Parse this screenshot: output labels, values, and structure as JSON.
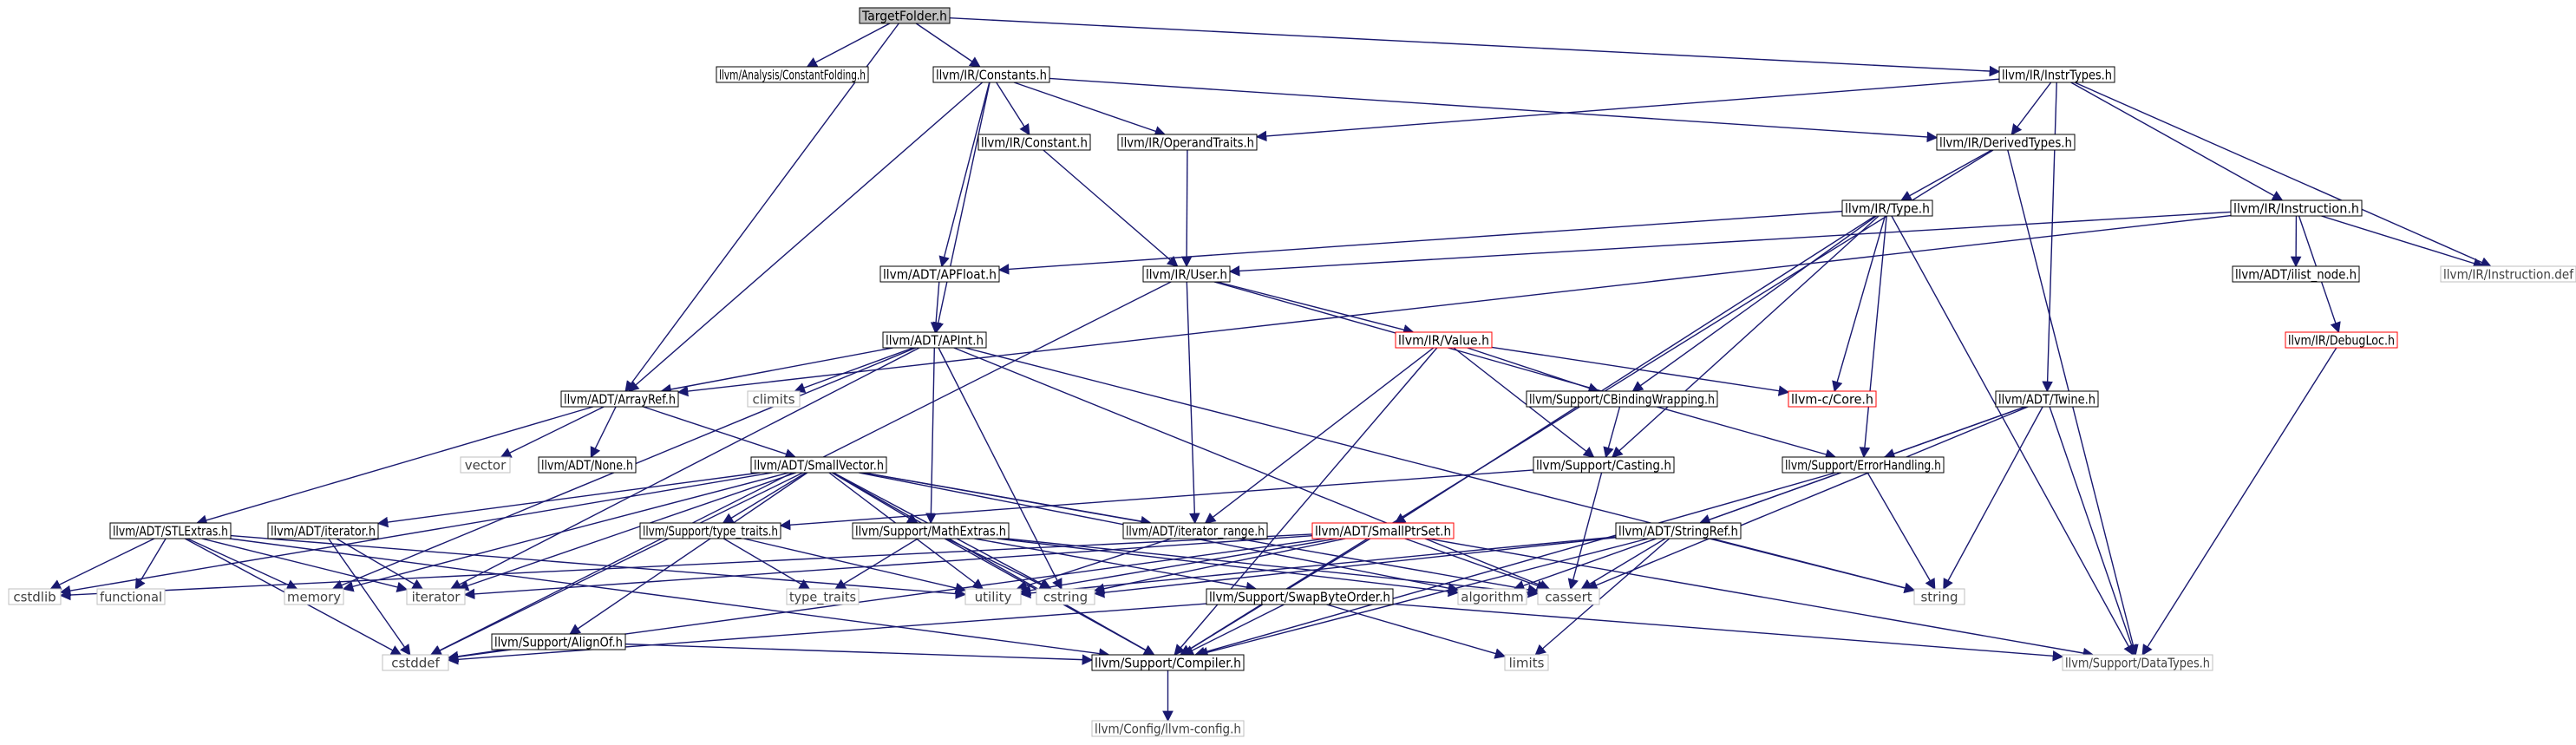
{
  "diagram": {
    "nodes": [
      {
        "id": "targetfolder",
        "label": "TargetFolder.h",
        "style": "root"
      },
      {
        "id": "constantfolding",
        "label": "llvm/Analysis/ConstantFolding.h",
        "style": "normal"
      },
      {
        "id": "constants",
        "label": "llvm/IR/Constants.h",
        "style": "normal"
      },
      {
        "id": "instrtypes",
        "label": "llvm/IR/InstrTypes.h",
        "style": "normal"
      },
      {
        "id": "constant",
        "label": "llvm/IR/Constant.h",
        "style": "normal"
      },
      {
        "id": "operandtraits",
        "label": "llvm/IR/OperandTraits.h",
        "style": "normal"
      },
      {
        "id": "derivedtypes",
        "label": "llvm/IR/DerivedTypes.h",
        "style": "normal"
      },
      {
        "id": "type",
        "label": "llvm/IR/Type.h",
        "style": "normal"
      },
      {
        "id": "instruction",
        "label": "llvm/IR/Instruction.h",
        "style": "normal"
      },
      {
        "id": "apfloat",
        "label": "llvm/ADT/APFloat.h",
        "style": "normal"
      },
      {
        "id": "user",
        "label": "llvm/IR/User.h",
        "style": "normal"
      },
      {
        "id": "ilistnode",
        "label": "llvm/ADT/ilist_node.h",
        "style": "normal"
      },
      {
        "id": "instructiondef",
        "label": "llvm/IR/Instruction.def",
        "style": "external"
      },
      {
        "id": "apint",
        "label": "llvm/ADT/APInt.h",
        "style": "normal"
      },
      {
        "id": "value",
        "label": "llvm/IR/Value.h",
        "style": "truncated"
      },
      {
        "id": "debugloc",
        "label": "llvm/IR/DebugLoc.h",
        "style": "truncated"
      },
      {
        "id": "arrayref",
        "label": "llvm/ADT/ArrayRef.h",
        "style": "normal"
      },
      {
        "id": "climits",
        "label": "climits",
        "style": "external"
      },
      {
        "id": "cbindingwrapping",
        "label": "llvm/Support/CBindingWrapping.h",
        "style": "normal"
      },
      {
        "id": "core",
        "label": "llvm-c/Core.h",
        "style": "truncated"
      },
      {
        "id": "twine",
        "label": "llvm/ADT/Twine.h",
        "style": "normal"
      },
      {
        "id": "vector",
        "label": "vector",
        "style": "external"
      },
      {
        "id": "none",
        "label": "llvm/ADT/None.h",
        "style": "normal"
      },
      {
        "id": "smallvector",
        "label": "llvm/ADT/SmallVector.h",
        "style": "normal"
      },
      {
        "id": "casting",
        "label": "llvm/Support/Casting.h",
        "style": "normal"
      },
      {
        "id": "errorhandling",
        "label": "llvm/Support/ErrorHandling.h",
        "style": "normal"
      },
      {
        "id": "stlextras",
        "label": "llvm/ADT/STLExtras.h",
        "style": "normal"
      },
      {
        "id": "iteratorh",
        "label": "llvm/ADT/iterator.h",
        "style": "normal"
      },
      {
        "id": "typetraitsh",
        "label": "llvm/Support/type_traits.h",
        "style": "normal"
      },
      {
        "id": "mathextras",
        "label": "llvm/Support/MathExtras.h",
        "style": "normal"
      },
      {
        "id": "iteratorrange",
        "label": "llvm/ADT/iterator_range.h",
        "style": "normal"
      },
      {
        "id": "smallptrset",
        "label": "llvm/ADT/SmallPtrSet.h",
        "style": "truncated"
      },
      {
        "id": "stringref",
        "label": "llvm/ADT/StringRef.h",
        "style": "normal"
      },
      {
        "id": "cstdlib",
        "label": "cstdlib",
        "style": "external"
      },
      {
        "id": "functional",
        "label": "functional",
        "style": "external"
      },
      {
        "id": "memory",
        "label": "memory",
        "style": "external"
      },
      {
        "id": "iterator",
        "label": "iterator",
        "style": "external"
      },
      {
        "id": "typetraits",
        "label": "type_traits",
        "style": "external"
      },
      {
        "id": "utility",
        "label": "utility",
        "style": "external"
      },
      {
        "id": "cstring",
        "label": "cstring",
        "style": "external"
      },
      {
        "id": "algorithm",
        "label": "algorithm",
        "style": "external"
      },
      {
        "id": "cassert",
        "label": "cassert",
        "style": "external"
      },
      {
        "id": "string",
        "label": "string",
        "style": "external"
      },
      {
        "id": "alignof",
        "label": "llvm/Support/AlignOf.h",
        "style": "normal"
      },
      {
        "id": "swapbyteorder",
        "label": "llvm/Support/SwapByteOrder.h",
        "style": "normal"
      },
      {
        "id": "cstddef",
        "label": "cstddef",
        "style": "external"
      },
      {
        "id": "compiler",
        "label": "llvm/Support/Compiler.h",
        "style": "normal"
      },
      {
        "id": "limits",
        "label": "limits",
        "style": "external"
      },
      {
        "id": "datatypes",
        "label": "llvm/Support/DataTypes.h",
        "style": "external"
      },
      {
        "id": "llvmconfig",
        "label": "llvm/Config/llvm-config.h",
        "style": "external"
      }
    ],
    "edges": [
      [
        "targetfolder",
        "constantfolding"
      ],
      [
        "targetfolder",
        "constants"
      ],
      [
        "targetfolder",
        "instrtypes"
      ],
      [
        "targetfolder",
        "arrayref"
      ],
      [
        "constants",
        "constant"
      ],
      [
        "constants",
        "operandtraits"
      ],
      [
        "constants",
        "derivedtypes"
      ],
      [
        "constants",
        "apfloat"
      ],
      [
        "constants",
        "apint"
      ],
      [
        "constants",
        "arrayref"
      ],
      [
        "instrtypes",
        "operandtraits"
      ],
      [
        "instrtypes",
        "derivedtypes"
      ],
      [
        "instrtypes",
        "instruction"
      ],
      [
        "instrtypes",
        "twine"
      ],
      [
        "instrtypes",
        "instructiondef"
      ],
      [
        "constant",
        "user"
      ],
      [
        "operandtraits",
        "user"
      ],
      [
        "derivedtypes",
        "type"
      ],
      [
        "derivedtypes",
        "compiler"
      ],
      [
        "derivedtypes",
        "datatypes"
      ],
      [
        "type",
        "apfloat"
      ],
      [
        "type",
        "smallptrset"
      ],
      [
        "type",
        "cbindingwrapping"
      ],
      [
        "type",
        "core"
      ],
      [
        "type",
        "casting"
      ],
      [
        "type",
        "errorhandling"
      ],
      [
        "type",
        "datatypes"
      ],
      [
        "instruction",
        "user"
      ],
      [
        "instruction",
        "ilistnode"
      ],
      [
        "instruction",
        "debugloc"
      ],
      [
        "instruction",
        "instructiondef"
      ],
      [
        "instruction",
        "arrayref"
      ],
      [
        "apfloat",
        "apint"
      ],
      [
        "user",
        "value"
      ],
      [
        "user",
        "iteratorrange"
      ],
      [
        "user",
        "errorhandling"
      ],
      [
        "user",
        "cstddef"
      ],
      [
        "apint",
        "arrayref"
      ],
      [
        "apint",
        "climits"
      ],
      [
        "apint",
        "mathextras"
      ],
      [
        "apint",
        "cassert"
      ],
      [
        "apint",
        "cstring"
      ],
      [
        "apint",
        "string"
      ],
      [
        "apint",
        "memory"
      ],
      [
        "apint",
        "iterator"
      ],
      [
        "value",
        "cbindingwrapping"
      ],
      [
        "value",
        "core"
      ],
      [
        "value",
        "casting"
      ],
      [
        "value",
        "iteratorrange"
      ],
      [
        "value",
        "compiler"
      ],
      [
        "debugloc",
        "datatypes"
      ],
      [
        "arrayref",
        "vector"
      ],
      [
        "arrayref",
        "none"
      ],
      [
        "arrayref",
        "smallvector"
      ],
      [
        "arrayref",
        "stlextras"
      ],
      [
        "cbindingwrapping",
        "casting"
      ],
      [
        "twine",
        "stringref"
      ],
      [
        "twine",
        "errorhandling"
      ],
      [
        "twine",
        "string"
      ],
      [
        "twine",
        "cassert"
      ],
      [
        "twine",
        "datatypes"
      ],
      [
        "smallvector",
        "iteratorh"
      ],
      [
        "smallvector",
        "typetraitsh"
      ],
      [
        "smallvector",
        "mathextras"
      ],
      [
        "smallvector",
        "iteratorrange"
      ],
      [
        "smallvector",
        "alignof"
      ],
      [
        "smallvector",
        "compiler"
      ],
      [
        "smallvector",
        "cstdlib"
      ],
      [
        "smallvector",
        "cstddef"
      ],
      [
        "smallvector",
        "cassert"
      ],
      [
        "smallvector",
        "cstring"
      ],
      [
        "smallvector",
        "iterator"
      ],
      [
        "smallvector",
        "memory"
      ],
      [
        "smallvector",
        "utility"
      ],
      [
        "smallvector",
        "algorithm"
      ],
      [
        "casting",
        "typetraitsh"
      ],
      [
        "casting",
        "cassert"
      ],
      [
        "errorhandling",
        "stringref"
      ],
      [
        "errorhandling",
        "compiler"
      ],
      [
        "errorhandling",
        "string"
      ],
      [
        "stlextras",
        "cstdlib"
      ],
      [
        "stlextras",
        "functional"
      ],
      [
        "stlextras",
        "memory"
      ],
      [
        "stlextras",
        "iterator"
      ],
      [
        "stlextras",
        "utility"
      ],
      [
        "stlextras",
        "cstddef"
      ],
      [
        "stlextras",
        "compiler"
      ],
      [
        "iteratorh",
        "iterator"
      ],
      [
        "iteratorh",
        "cstddef"
      ],
      [
        "typetraitsh",
        "typetraits"
      ],
      [
        "typetraitsh",
        "utility"
      ],
      [
        "mathextras",
        "swapbyteorder"
      ],
      [
        "mathextras",
        "compiler"
      ],
      [
        "mathextras",
        "typetraits"
      ],
      [
        "mathextras",
        "cstring"
      ],
      [
        "mathextras",
        "cassert"
      ],
      [
        "mathextras",
        "algorithm"
      ],
      [
        "iteratorrange",
        "utility"
      ],
      [
        "smallptrset",
        "compiler"
      ],
      [
        "smallptrset",
        "datatypes"
      ],
      [
        "smallptrset",
        "cassert"
      ],
      [
        "smallptrset",
        "cstring"
      ],
      [
        "smallptrset",
        "iterator"
      ],
      [
        "smallptrset",
        "utility"
      ],
      [
        "smallptrset",
        "cstddef"
      ],
      [
        "smallptrset",
        "cstdlib"
      ],
      [
        "stringref",
        "compiler"
      ],
      [
        "stringref",
        "algorithm"
      ],
      [
        "stringref",
        "cassert"
      ],
      [
        "stringref",
        "cstring"
      ],
      [
        "stringref",
        "limits"
      ],
      [
        "stringref",
        "string"
      ],
      [
        "stringref",
        "utility"
      ],
      [
        "alignof",
        "compiler"
      ],
      [
        "alignof",
        "cstddef"
      ],
      [
        "swapbyteorder",
        "compiler"
      ],
      [
        "swapbyteorder",
        "datatypes"
      ],
      [
        "swapbyteorder",
        "cstddef"
      ],
      [
        "swapbyteorder",
        "limits"
      ],
      [
        "compiler",
        "llvmconfig"
      ]
    ]
  },
  "colors": {
    "root_fill": "#bfbfbf",
    "node_stroke": "#000000",
    "truncated_stroke": "#ff0000",
    "external_stroke": "#bfbfbf",
    "external_text": "#404040",
    "edge": "#191970"
  }
}
